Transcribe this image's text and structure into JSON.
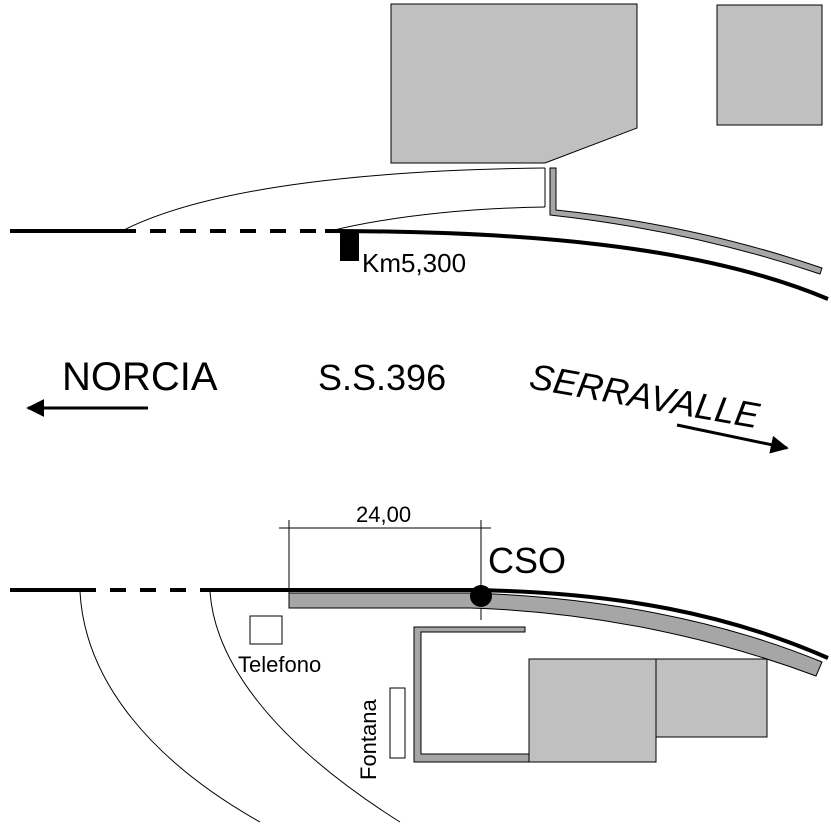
{
  "labels": {
    "km_marker": "Km5,300",
    "west_destination": "NORCIA",
    "road_name": "S.S.396",
    "east_destination": "SERRAVALLE",
    "dimension": "24,00",
    "site": "CSO",
    "telefono": "Telefono",
    "fontana": "Fontana"
  },
  "colors": {
    "building_fill": "#c0c0c0",
    "curb_fill": "#a6a6a6",
    "line": "#000000",
    "background": "#ffffff"
  }
}
